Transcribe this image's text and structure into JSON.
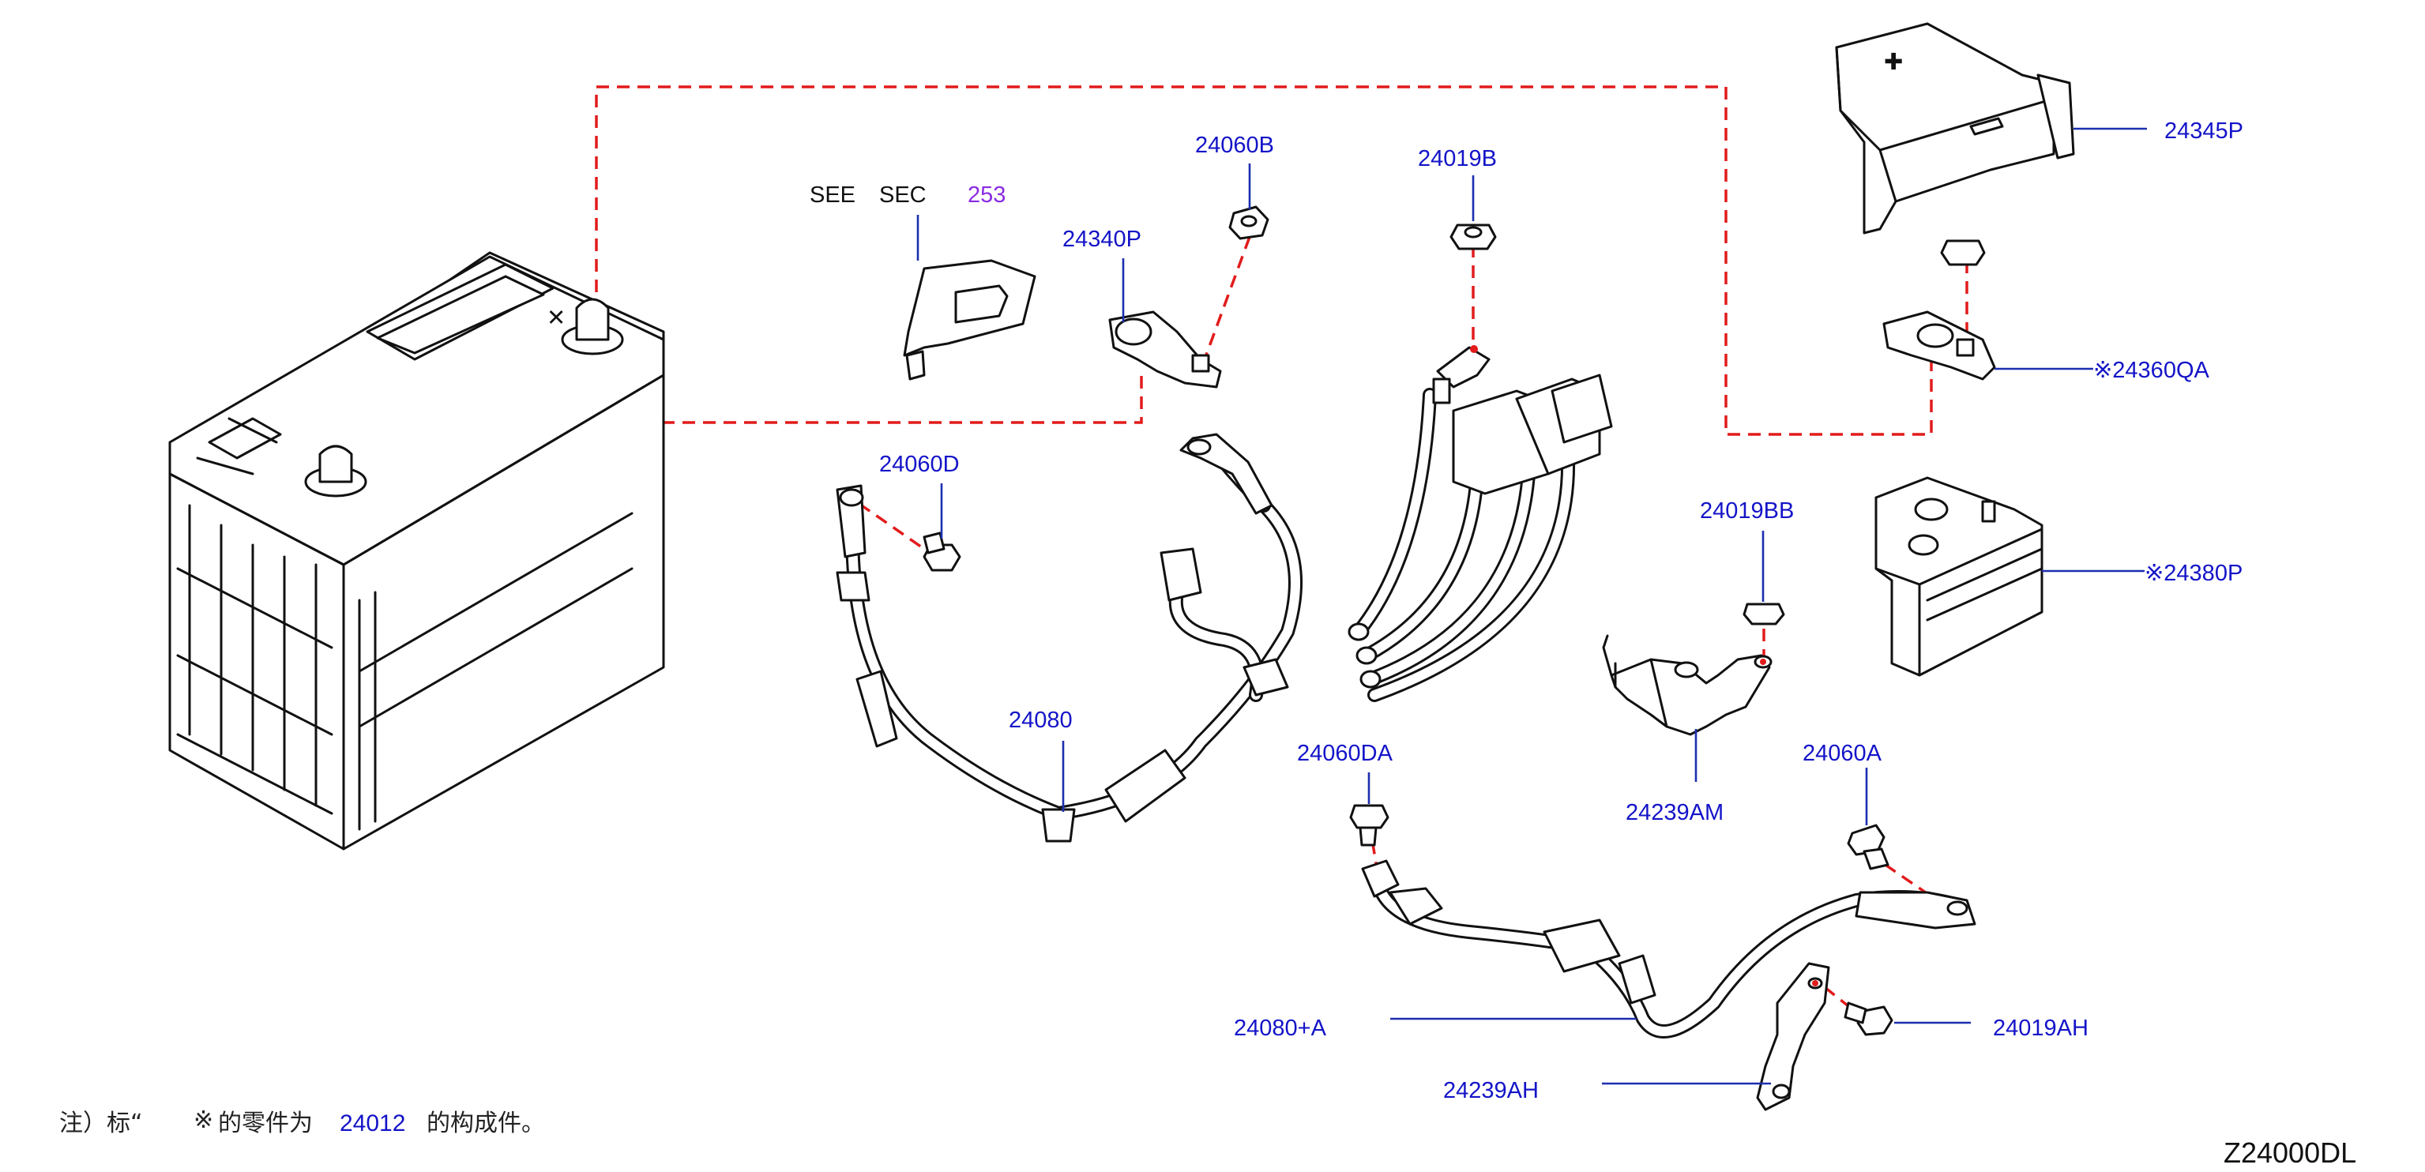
{
  "see_sec": {
    "see": "SEE",
    "sec": "SEC",
    "number": "253"
  },
  "parts": {
    "p24060B": "24060B",
    "p24019B": "24019B",
    "p24340P": "24340P",
    "p24345P": "24345P",
    "p24360QA": "※24360QA",
    "p24380P": "※24380P",
    "p24060D": "24060D",
    "p24019BB": "24019BB",
    "p24080": "24080",
    "p24239AM": "24239AM",
    "p24060DA": "24060DA",
    "p24060A": "24060A",
    "p24080A": "24080+A",
    "p24019AH": "24019AH",
    "p24239AH": "24239AH"
  },
  "note": {
    "prefix": "注）标“",
    "mark": "※",
    "middle": "的零件为",
    "part_number": "24012",
    "suffix": "的构成件。"
  },
  "diagram_code": "Z24000DL"
}
